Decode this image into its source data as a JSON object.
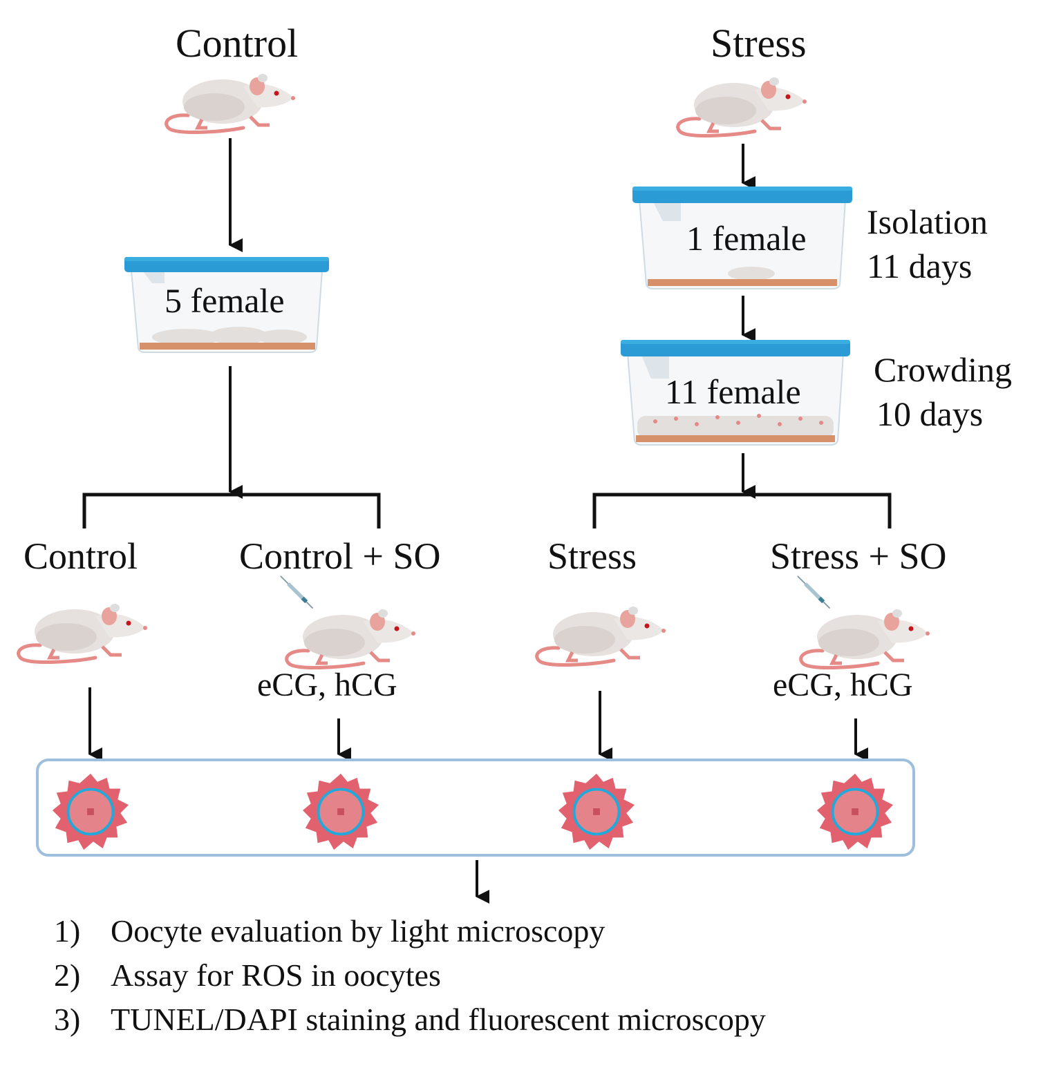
{
  "title": "Experimental design: chronic social stress and SO treatment on mouse oocytes",
  "colors": {
    "lid": "#2a9bd4",
    "bedding": "#d6906a",
    "mouse_body": "#e6e1de",
    "mouse_pink": "#e58a86",
    "oocyte_outer": "#e2616f",
    "oocyte_inner": "#e4848a",
    "zona": "#23a8da",
    "panel_border": "#9dbfdd",
    "arrow": "#111111"
  },
  "icons": {
    "mouse": "mouse-icon",
    "cage": "cage-icon",
    "syringe": "syringe-icon",
    "oocyte": "oocyte-icon",
    "arrow": "arrow-down-icon"
  },
  "columns": {
    "control": {
      "heading": "Control",
      "cage": {
        "label": "5 female"
      }
    },
    "stress": {
      "heading": "Stress",
      "isolation": {
        "cage_label": "1 female",
        "phase": "Isolation",
        "duration": "11 days"
      },
      "crowding": {
        "cage_label": "11 female",
        "phase": "Crowding",
        "duration": "10 days"
      }
    }
  },
  "groups": [
    {
      "label": "Control",
      "injection": ""
    },
    {
      "label": "Control + SO",
      "injection": "eCG, hCG"
    },
    {
      "label": "Stress",
      "injection": ""
    },
    {
      "label": "Stress + SO",
      "injection": "eCG, hCG"
    }
  ],
  "analyses": [
    {
      "num": "1)",
      "text": "Oocyte evaluation by light microscopy"
    },
    {
      "num": "2)",
      "text": "Assay for ROS in oocytes"
    },
    {
      "num": "3)",
      "text": "TUNEL/DAPI staining and fluorescent microscopy"
    }
  ]
}
